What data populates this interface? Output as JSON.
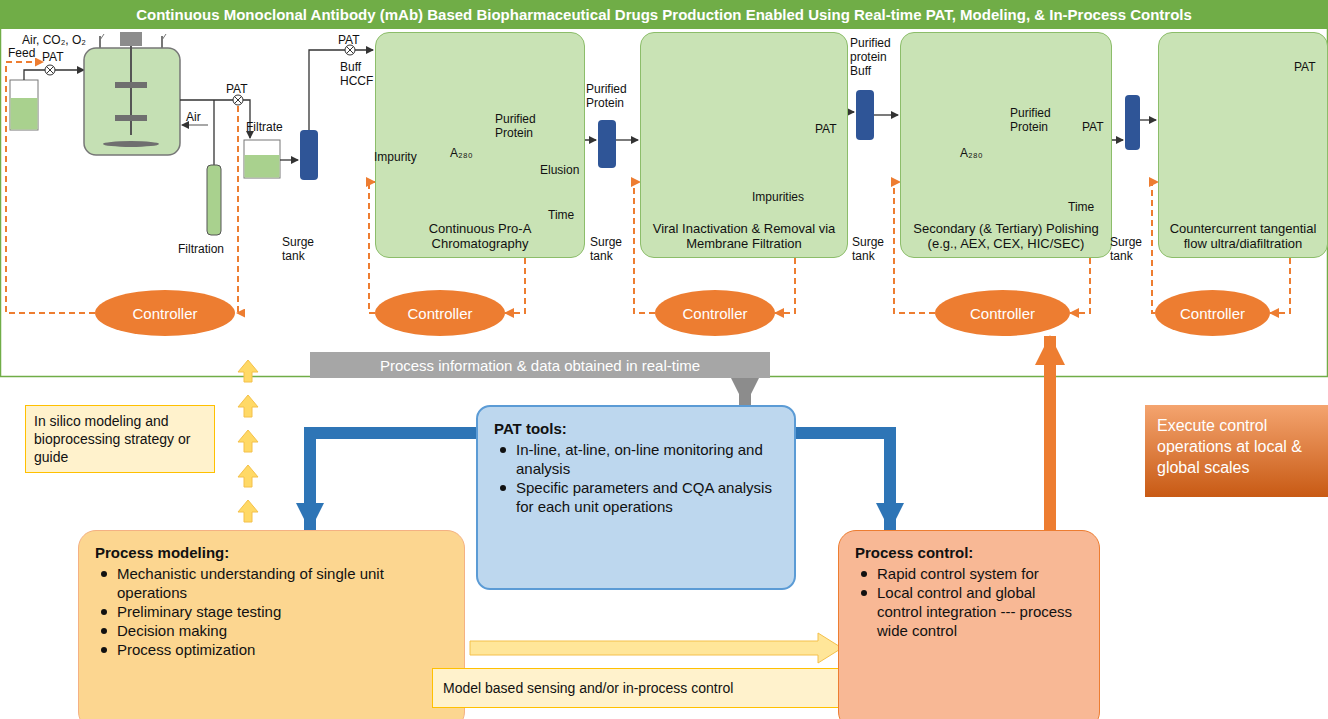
{
  "diagram": {
    "title": "Continuous Monoclonal Antibody (mAb) Based Biopharmaceutical Drugs Production Enabled Using Real-time PAT, Modeling, & In-Process Controls",
    "nodes": [
      {
        "text": [
          "Continuous Pro-A Chromatography"
        ]
      },
      {
        "text": [
          "Viral Inactivation & Removal via Membrane Filtration"
        ]
      },
      {
        "text": [
          "Secondary (& Tertiary) Polishing (e.g., AEX, CEX, HIC/SEC)"
        ]
      },
      {
        "text": [
          "Countercurrent tangential flow ultra/diafiltration"
        ]
      },
      {
        "text": [
          "Controller"
        ]
      },
      {
        "text": [
          "Controller"
        ]
      },
      {
        "text": [
          "Controller"
        ]
      },
      {
        "text": [
          "Controller"
        ]
      },
      {
        "text": [
          "Controller"
        ]
      },
      {
        "text": [
          "Process information & data obtained in real-time"
        ]
      },
      {
        "text": [
          "PAT tools:",
          "In-line, at-line, on-line monitoring and analysis",
          "Specific parameters and CQA analysis for each unit operations"
        ]
      },
      {
        "text": [
          "In silico modeling and bioprocessing strategy or guide"
        ]
      },
      {
        "text": [
          "Process modeling:",
          "Mechanistic understanding of single unit operations",
          "Preliminary stage testing",
          "Decision making",
          "Process optimization"
        ]
      },
      {
        "text": [
          "Model based sensing and/or in-process control"
        ]
      },
      {
        "text": [
          "Process control:",
          "Rapid control system for",
          "Local control and global control integration --- process wide control"
        ]
      },
      {
        "text": [
          "Execute control operations at local & global scales"
        ]
      }
    ],
    "edges": [
      {
        "from": 0,
        "to": 5,
        "arrow": "to"
      },
      {
        "from": 5,
        "to": 0,
        "arrow": "to"
      },
      {
        "from": 1,
        "to": 6,
        "arrow": "to"
      },
      {
        "from": 6,
        "to": 1,
        "arrow": "to"
      },
      {
        "from": 2,
        "to": 7,
        "arrow": "to"
      },
      {
        "from": 7,
        "to": 2,
        "arrow": "to"
      },
      {
        "from": 3,
        "to": 8,
        "arrow": "to"
      },
      {
        "from": 8,
        "to": 3,
        "arrow": "to"
      },
      {
        "from": 9,
        "to": 10,
        "arrow": "to"
      },
      {
        "from": 10,
        "to": 12,
        "arrow": "to"
      },
      {
        "from": 10,
        "to": 14,
        "arrow": "to"
      },
      {
        "from": 14,
        "to": 7,
        "arrow": "to"
      }
    ],
    "labels": [
      "Air, CO₂, O₂",
      "Feed",
      "PAT",
      "Air",
      "PAT",
      "Filtrate",
      "Filtration",
      "Surge tank",
      "PAT",
      "Buff HCCF",
      "Impurity",
      "Purified Protein",
      "A₂₈₀",
      "Elusion",
      "Time",
      "Purified Protein",
      "Surge tank",
      "Impurities",
      "PAT",
      "Purified protein Buff",
      "Surge tank",
      "A₂₈₀",
      "Purified Protein",
      "Time",
      "PAT",
      "Surge tank",
      "PAT"
    ]
  }
}
